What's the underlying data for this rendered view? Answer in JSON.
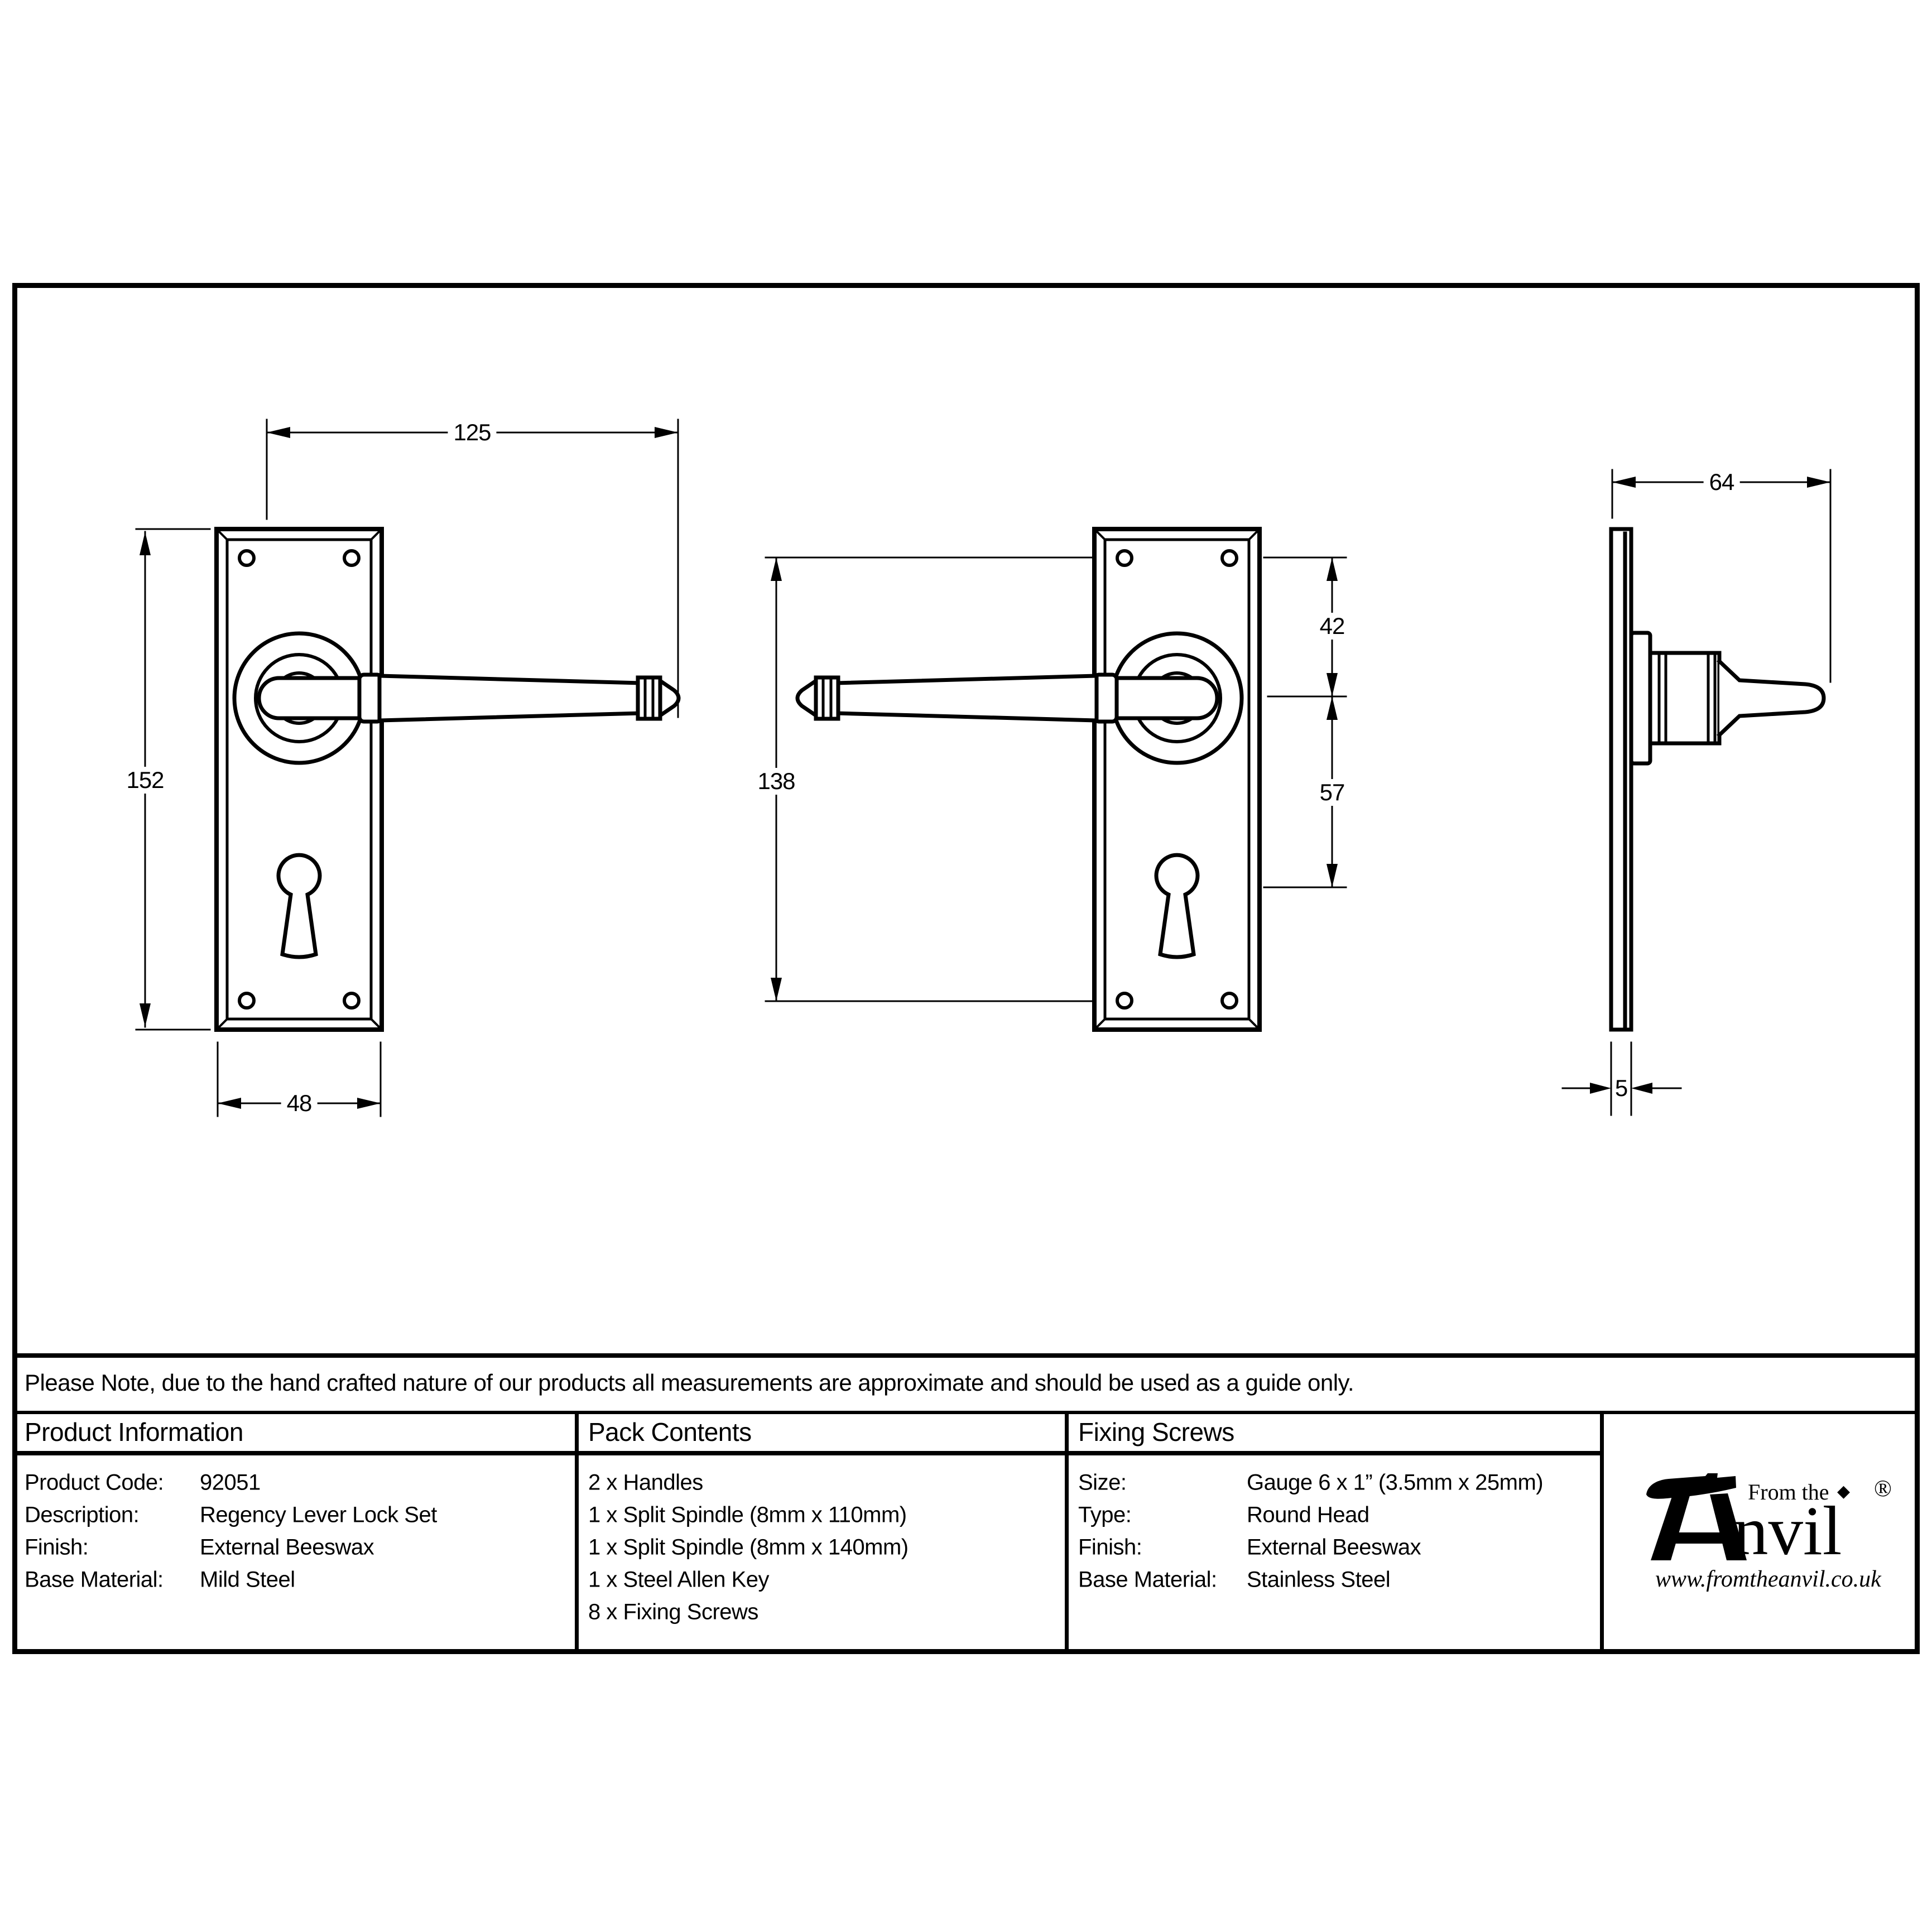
{
  "note": "Please Note, due to the hand crafted nature of our products all measurements are approximate and should be used as a guide only.",
  "dimensions": {
    "overall_length": "125",
    "plate_height": "152",
    "plate_width": "48",
    "screw_centres": "138",
    "top_to_handle_centre": "42",
    "handle_centre_to_keyhole": "57",
    "projection": "64",
    "plate_thickness": "5"
  },
  "table": {
    "product_information": {
      "header": "Product Information",
      "rows": [
        {
          "label": "Product Code:",
          "value": "92051"
        },
        {
          "label": "Description:",
          "value": "Regency Lever Lock Set"
        },
        {
          "label": "Finish:",
          "value": "External Beeswax"
        },
        {
          "label": "Base Material:",
          "value": "Mild Steel"
        }
      ]
    },
    "pack_contents": {
      "header": "Pack Contents",
      "items": [
        "2 x Handles",
        "1 x Split Spindle (8mm x 110mm)",
        "1 x Split Spindle (8mm x 140mm)",
        "1 x Steel Allen Key",
        "8 x Fixing Screws"
      ]
    },
    "fixing_screws": {
      "header": "Fixing Screws",
      "rows": [
        {
          "label": "Size:",
          "value": "Gauge 6 x 1” (3.5mm x 25mm)"
        },
        {
          "label": "Type:",
          "value": "Round Head"
        },
        {
          "label": "Finish:",
          "value": "External Beeswax"
        },
        {
          "label": "Base Material:",
          "value": "Stainless Steel"
        }
      ]
    }
  },
  "logo": {
    "prefix": "From the",
    "name": "nvil",
    "registered": "®",
    "diamond": "◆",
    "url": "www.fromtheanvil.co.uk"
  },
  "colors": {
    "ink": "#000000",
    "background": "#ffffff"
  }
}
